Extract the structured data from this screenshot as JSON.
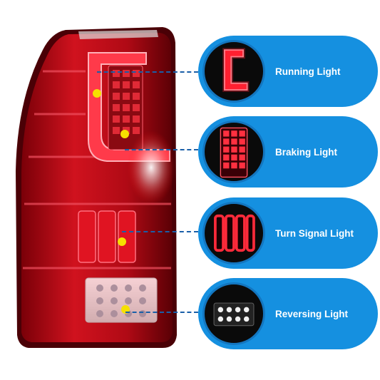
{
  "features": [
    {
      "label": "Running Light",
      "icon": "running-light-icon"
    },
    {
      "label": "Braking Light",
      "icon": "braking-light-icon"
    },
    {
      "label": "Turn Signal Light",
      "icon": "turn-signal-light-icon"
    },
    {
      "label": "Reversing Light",
      "icon": "reversing-light-icon"
    }
  ],
  "colors": {
    "pill": "#1590e0",
    "connector": "#1a5fa8",
    "dot": "#f6e000",
    "lamp_red": "#c8101c"
  }
}
